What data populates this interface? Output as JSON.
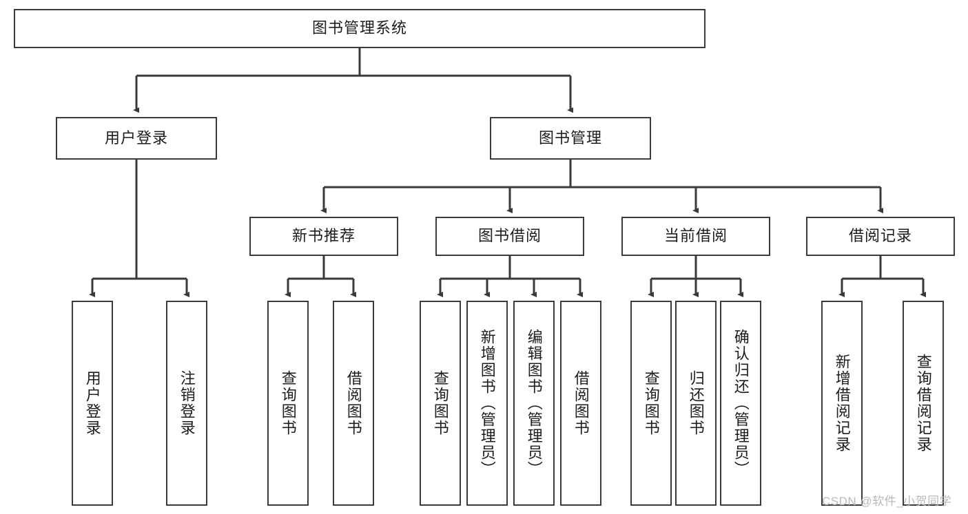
{
  "diagram": {
    "title": "图书管理系统",
    "type": "tree-hierarchy",
    "root": {
      "label": "图书管理系统"
    },
    "level2": [
      {
        "id": "user-login",
        "label": "用户登录"
      },
      {
        "id": "book-manage",
        "label": "图书管理"
      }
    ],
    "level3": [
      {
        "id": "new-book-recommend",
        "label": "新书推荐",
        "parent": "book-manage"
      },
      {
        "id": "book-borrow",
        "label": "图书借阅",
        "parent": "book-manage"
      },
      {
        "id": "current-borrow",
        "label": "当前借阅",
        "parent": "book-manage"
      },
      {
        "id": "borrow-record",
        "label": "借阅记录",
        "parent": "book-manage"
      }
    ],
    "leaves": {
      "user_login": [
        {
          "id": "leaf-user-login",
          "label": "用户登录"
        },
        {
          "id": "leaf-logout",
          "label": "注销登录"
        }
      ],
      "new_book_recommend": [
        {
          "id": "leaf-query-book-1",
          "label": "查询图书"
        },
        {
          "id": "leaf-borrow-book-1",
          "label": "借阅图书"
        }
      ],
      "book_borrow": [
        {
          "id": "leaf-query-book-2",
          "label": "查询图书"
        },
        {
          "id": "leaf-add-book",
          "label": "新增图书（管理员）"
        },
        {
          "id": "leaf-edit-book",
          "label": "编辑图书（管理员）"
        },
        {
          "id": "leaf-borrow-book-2",
          "label": "借阅图书"
        }
      ],
      "current_borrow": [
        {
          "id": "leaf-query-book-3",
          "label": "查询图书"
        },
        {
          "id": "leaf-return-book",
          "label": "归还图书"
        },
        {
          "id": "leaf-confirm-return",
          "label": "确认归还（管理员）"
        }
      ],
      "borrow_record": [
        {
          "id": "leaf-add-record",
          "label": "新增借阅记录"
        },
        {
          "id": "leaf-query-record",
          "label": "查询借阅记录"
        }
      ]
    }
  },
  "watermark": {
    "text": "CSDN @软件_小贺同学"
  },
  "colors": {
    "box_border": "#3a3a3a",
    "box_fill": "#ffffff",
    "text": "#1c1c1c",
    "connector": "#3a3a3a",
    "watermark": "#b9b9b9",
    "background": "#ffffff"
  }
}
